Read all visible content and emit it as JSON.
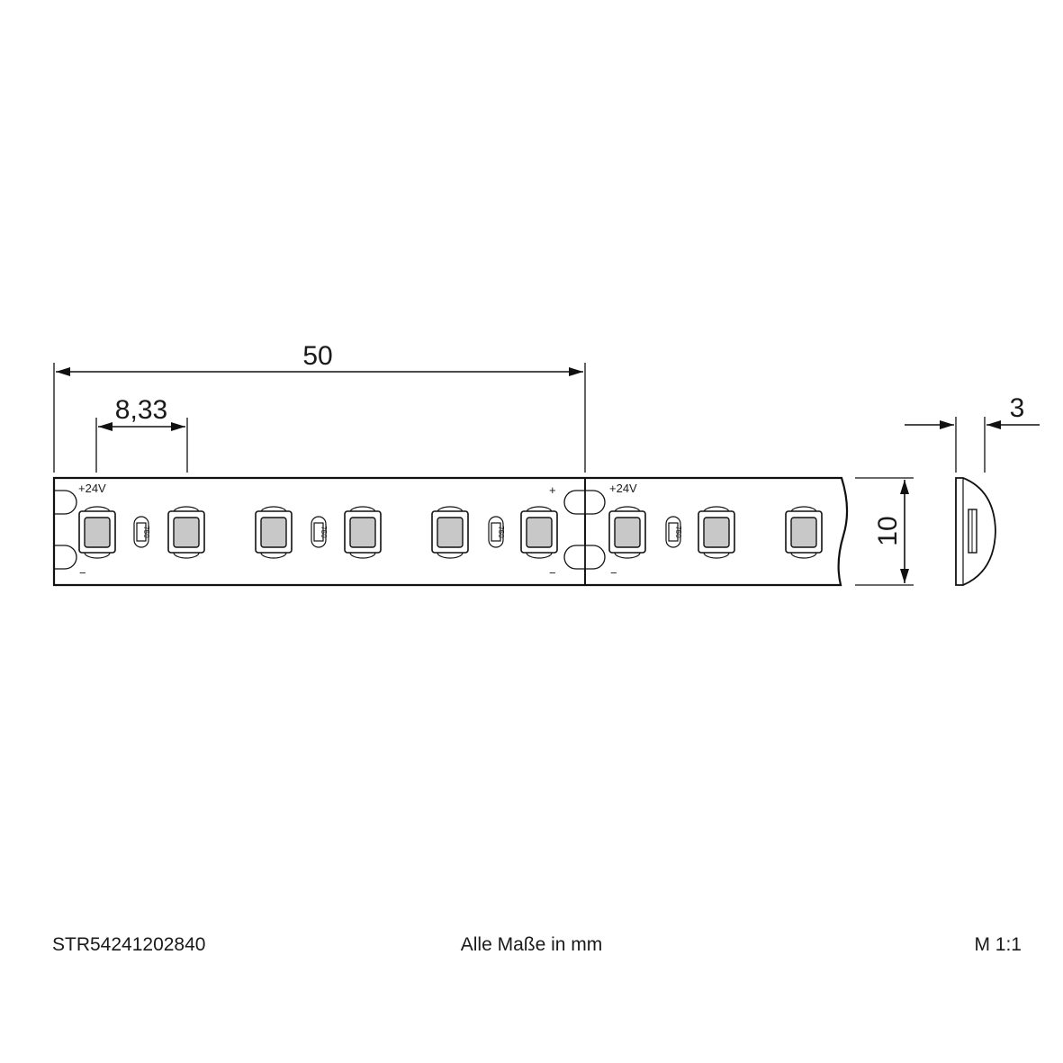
{
  "dimensions": {
    "segment_length": "50",
    "led_pitch": "8,33",
    "width": "10",
    "height": "3"
  },
  "strip_labels": {
    "supply": "+24V",
    "plus": "+",
    "minus": "−",
    "resistor": "750"
  },
  "footer": {
    "article_number": "STR54241202840",
    "units_note": "Alle Maße in mm",
    "scale": "M 1:1"
  }
}
